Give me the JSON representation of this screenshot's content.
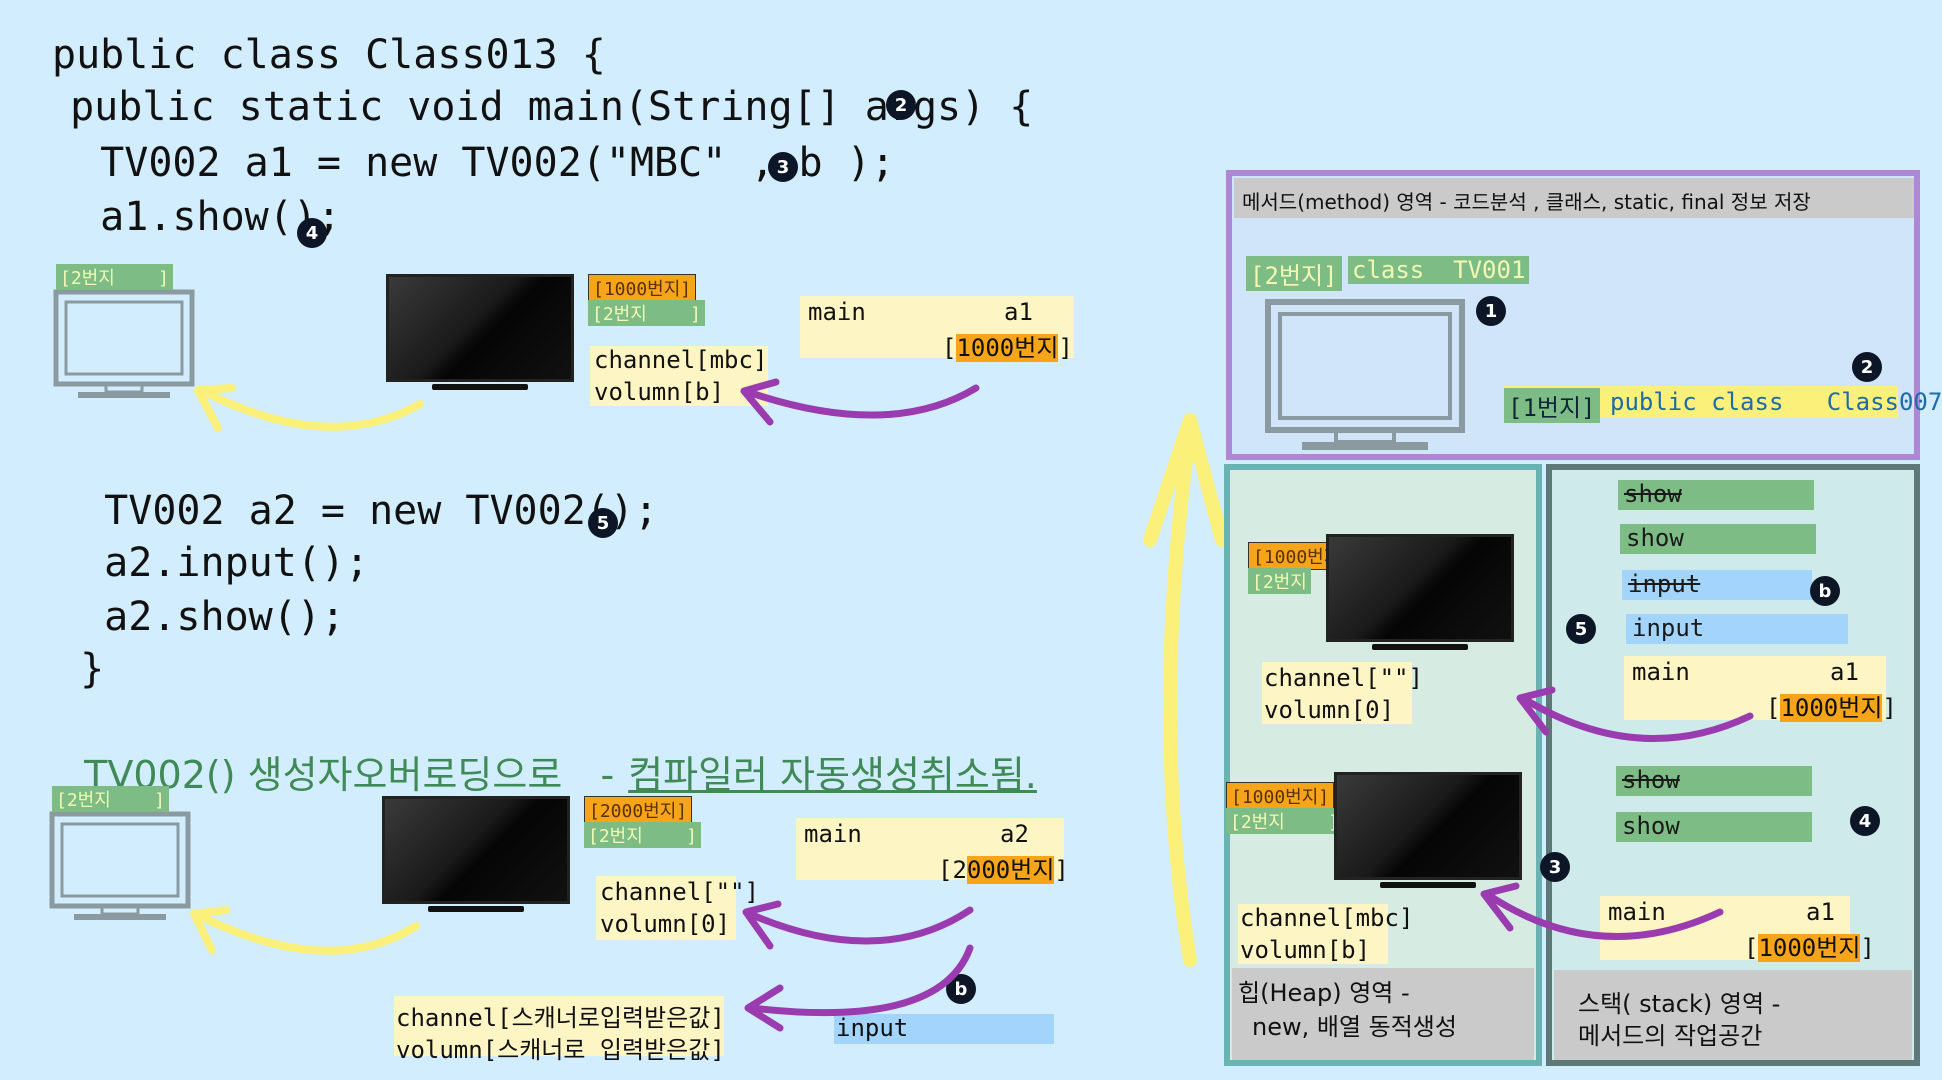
{
  "code": {
    "line1": "public class Class013 {",
    "line2": " public static void main(String[] args) {",
    "line3": "  TV002 a1 = new TV002(\"MBC\" , b );",
    "line4": "  a1.show();",
    "line5": "  TV002 a2 = new TV002();",
    "line6": "  a2.input();",
    "line7": "  a2.show();",
    "line8": " }"
  },
  "markers": {
    "m1": "1",
    "m2": "2",
    "m3": "3",
    "m4": "4",
    "m5": "5",
    "mb": "b"
  },
  "note": {
    "prefix": "TV002() 생성자오버로딩으로",
    "dash": "-",
    "underline": "컴파일러 자동생성취소됨."
  },
  "top_example": {
    "tv_label_2": "[2번지    ]",
    "addr_1000": "[1000번지]",
    "addr_2": "[2번지    ]",
    "channel": "channel[mbc]",
    "volumn": "volumn[b]",
    "main_label": "main",
    "var_label": "a1",
    "ref_open": "[",
    "ref_value": "1000번지",
    "ref_close": "]"
  },
  "bottom_example": {
    "tv_label_2": "[2번지    ]",
    "addr_2000": "[2000번지]",
    "addr_2": "[2번지    ]",
    "channel": "channel[\"\"]",
    "volumn": "volumn[0]",
    "main_label": "main",
    "var_label": "a2",
    "ref_open": "[2",
    "ref_value": "000번지",
    "ref_close": "]",
    "scan_channel": "channel[스캐너로입력받은값]",
    "scan_volumn": "volumn[스캐너로 입력받은값]",
    "input_label": "input"
  },
  "method_area": {
    "title": "메서드(method) 영역  - 코드분석 , 클래스, static, final 정보 저장",
    "class_addr": "[2번지]",
    "class_name": "class  TV001",
    "pc_addr": "[1번지]",
    "pc_text": "public class   Class007"
  },
  "heap_area": {
    "addr_1000_a": "[1000번지",
    "addr_2_a": "[2번지",
    "channel_a": "channel[\"\"]",
    "volumn_a": "volumn[0]",
    "addr_1000_b": "[1000번지]",
    "addr_2_b": "[2번지    ]",
    "channel_b": "channel[mbc]",
    "volumn_b": "volumn[b]",
    "title_line1": "힙(Heap) 영역 -",
    "title_line2": "new, 배열 동적생성"
  },
  "stack_area": {
    "show1": "show",
    "show2": "show",
    "input1": "input",
    "input2": "input",
    "main1": "main",
    "a1_1": "a1",
    "ref1_open": "[",
    "ref1_value": "1000번지",
    "ref1_close": "]",
    "show3": "show",
    "show4": "show",
    "main2": "main",
    "a1_2": "a1",
    "ref2_open": "[",
    "ref2_value": "1000번지",
    "ref2_close": "]",
    "title_line1": "스택( stack) 영역 -",
    "title_line2": "메서드의 작업공간"
  },
  "colors": {
    "background": "#d2edfd",
    "purple_border": "#b086d6",
    "teal_border": "#6bb2b2",
    "gray_border": "#5e7878",
    "yellow_arrow": "#fbf07a",
    "purple_arrow": "#9a3bb0",
    "green_bar": "#7dbd85",
    "blue_bar": "#a2d4fc",
    "orange": "#f6a419"
  }
}
